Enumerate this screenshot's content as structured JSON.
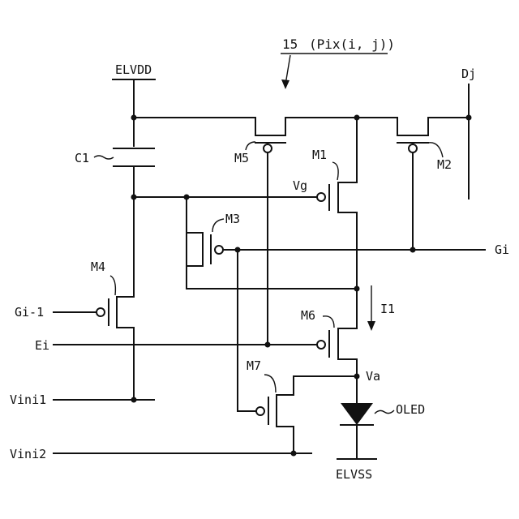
{
  "labels": {
    "figure_ref": "15",
    "figure_ref_detail": "(Pix(i, j))",
    "elvdd": "ELVDD",
    "dj": "Dj",
    "c1": "C1",
    "m1": "M1",
    "m2": "M2",
    "m3": "M3",
    "m4": "M4",
    "m5": "M5",
    "m6": "M6",
    "m7": "M7",
    "vg": "Vg",
    "gi": "Gi",
    "gi_1": "Gi-1",
    "ei": "Ei",
    "i1": "I1",
    "va": "Va",
    "oled": "OLED",
    "vini1": "Vini1",
    "vini2": "Vini2",
    "elvss": "ELVSS"
  }
}
